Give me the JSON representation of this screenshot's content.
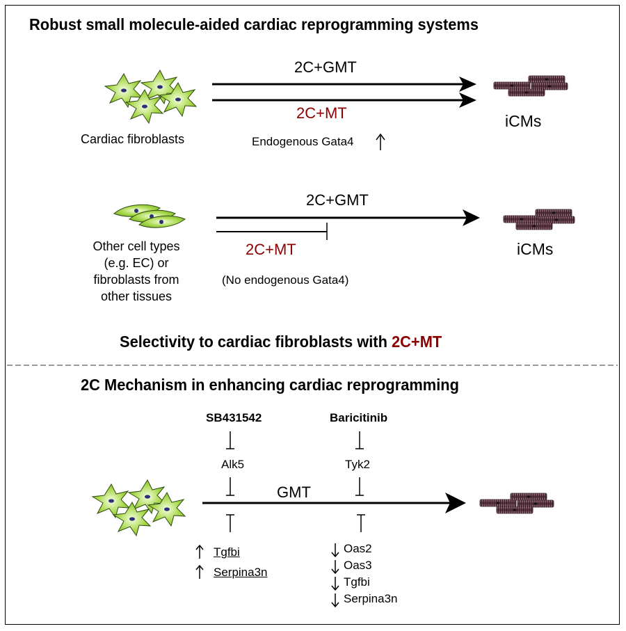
{
  "colors": {
    "accent_red": "#8b0000",
    "fibroblast_green": "#9acd32",
    "icm_maroon": "#6b3a4a"
  },
  "panel1": {
    "title": "Robust small molecule-aided cardiac reprogramming systems",
    "source_label": "Cardiac fibroblasts",
    "arrow_top_label": "2C+GMT",
    "arrow_bottom_label": "2C+MT",
    "note": "Endogenous Gata4",
    "note_icon": "up-arrow",
    "target_label": "iCMs"
  },
  "panel2": {
    "source_label_lines": [
      "Other cell types",
      "(e.g. EC) or",
      "fibroblasts from",
      "other tissues"
    ],
    "arrow_label": "2C+GMT",
    "blocked_label": "2C+MT",
    "note": "(No endogenous Gata4)",
    "target_label": "iCMs",
    "summary_prefix": "Selectivity to cardiac fibroblasts with ",
    "summary_highlight": "2C+MT"
  },
  "panel3": {
    "title": "2C Mechanism in enhancing cardiac reprogramming",
    "drug1": "SB431542",
    "drug2": "Baricitinib",
    "target1": "Alk5",
    "target2": "Tyk2",
    "arrow_label": "GMT",
    "up_genes": [
      "Tgfbi",
      "Serpina3n"
    ],
    "down_genes": [
      "Oas2",
      "Oas3",
      "Tgfbi",
      "Serpina3n"
    ]
  }
}
